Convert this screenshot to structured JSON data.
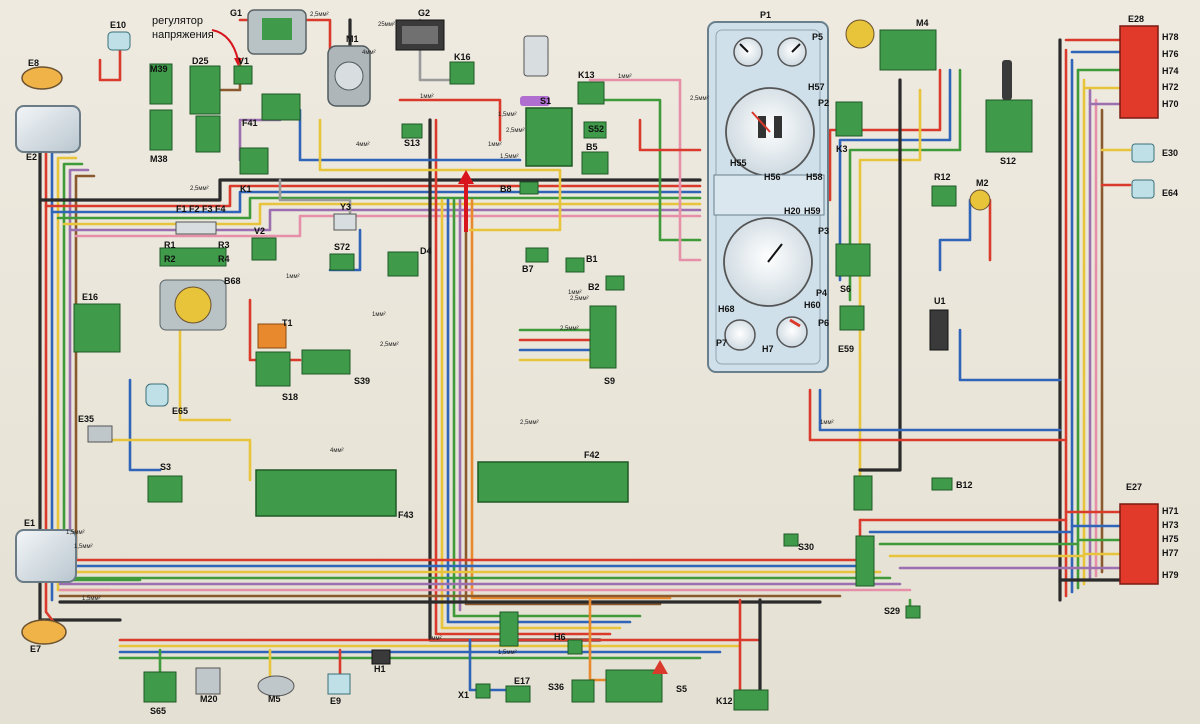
{
  "annotation": {
    "line1": "регулятор",
    "line2": "напряжения",
    "arrow_color": "#d8141c"
  },
  "colors": {
    "wire_red": "#d93a2c",
    "wire_blue": "#2f64b8",
    "wire_green": "#3f9a3a",
    "wire_yellow": "#e7c43a",
    "wire_black": "#2b2b2b",
    "wire_brown": "#8a5a2e",
    "wire_violet": "#9b6fb0",
    "wire_pink": "#e58fa8",
    "wire_orange": "#e8892e",
    "wire_grey": "#9a9a9a",
    "wire_white": "#f6f4ee",
    "block_green": "#3f9a4a",
    "panel_blue": "#cfe0ea",
    "lamp_red": "#e23a2a"
  },
  "labels": {
    "E10": "E10",
    "E8": "E8",
    "E2": "E2",
    "E1": "E1",
    "E7": "E7",
    "E35": "E35",
    "E16": "E16",
    "E65": "E65",
    "G1": "G1",
    "V1": "V1",
    "M1": "M1",
    "G2": "G2",
    "K16": "K16",
    "S1": "S1",
    "S13": "S13",
    "K13": "K13",
    "S52": "S52",
    "B5": "B5",
    "B8": "B8",
    "P1": "P1",
    "P2": "P2",
    "P3": "P3",
    "P4": "P4",
    "P5": "P5",
    "P6": "P6",
    "P7": "P7",
    "H57": "H57",
    "H55": "H55",
    "H56": "H56",
    "H58": "H58",
    "H59": "H59",
    "H20": "H20",
    "H7": "H7",
    "H68": "H68",
    "H60": "H60",
    "M4": "M4",
    "E28": "E28",
    "H78": "H78",
    "H76": "H76",
    "H74": "H74",
    "H72": "H72",
    "H70": "H70",
    "K3": "K3",
    "S12": "S12",
    "E30": "E30",
    "E64": "E64",
    "R12": "R12",
    "M2": "M2",
    "S6": "S6",
    "E59": "E59",
    "U1": "U1",
    "M39": "M39",
    "D25": "D25",
    "M38": "M38",
    "F41": "F41",
    "K1": "K1",
    "F1F4": "F1 F2 F3 F4",
    "R1": "R1",
    "R2": "R2",
    "R3": "R3",
    "R4": "R4",
    "V2": "V2",
    "B68": "B68",
    "Y3": "Y3",
    "S72": "S72",
    "D4": "D4",
    "T1": "T1",
    "S18": "S18",
    "S39": "S39",
    "B7": "B7",
    "B1": "B1",
    "B2": "B2",
    "S9": "S9",
    "F43": "F43",
    "F42": "F42",
    "S3": "S3",
    "B12": "B12",
    "E27": "E27",
    "H71": "H71",
    "H73": "H73",
    "H75": "H75",
    "H77": "H77",
    "H79": "H79",
    "S30": "S30",
    "S29": "S29",
    "H6": "H6",
    "H1": "H1",
    "X1": "X1",
    "E17": "E17",
    "S36": "S36",
    "S5": "S5",
    "K12": "K12",
    "S65": "S65",
    "M20": "M20",
    "M5": "M5",
    "E9": "E9"
  },
  "wire_notes": {
    "w1": "2,5мм²",
    "w2": "1,5мм²",
    "w3": "1,5мм²",
    "w4": "25мм²",
    "w5": "4мм²",
    "w6": "2,5мм²",
    "w7": "1мм²",
    "w8": "4мм²",
    "w9": "1,5мм²",
    "w10": "2,5мм²",
    "w11": "1мм²",
    "w12": "1мм²",
    "w13": "2,5мм²",
    "w14": "1мм²",
    "w15": "2,5мм²",
    "w16": "4мм²",
    "w17": "1мм²",
    "w18": "1,5мм²",
    "w19": "1,5мм²",
    "w20": "1мм²",
    "w21": "1мм²",
    "w22": "2,5мм²",
    "w23": "2,5мм²",
    "w24": "1,5мм²",
    "w25": "1мм²",
    "w26": "2,5мм²"
  }
}
